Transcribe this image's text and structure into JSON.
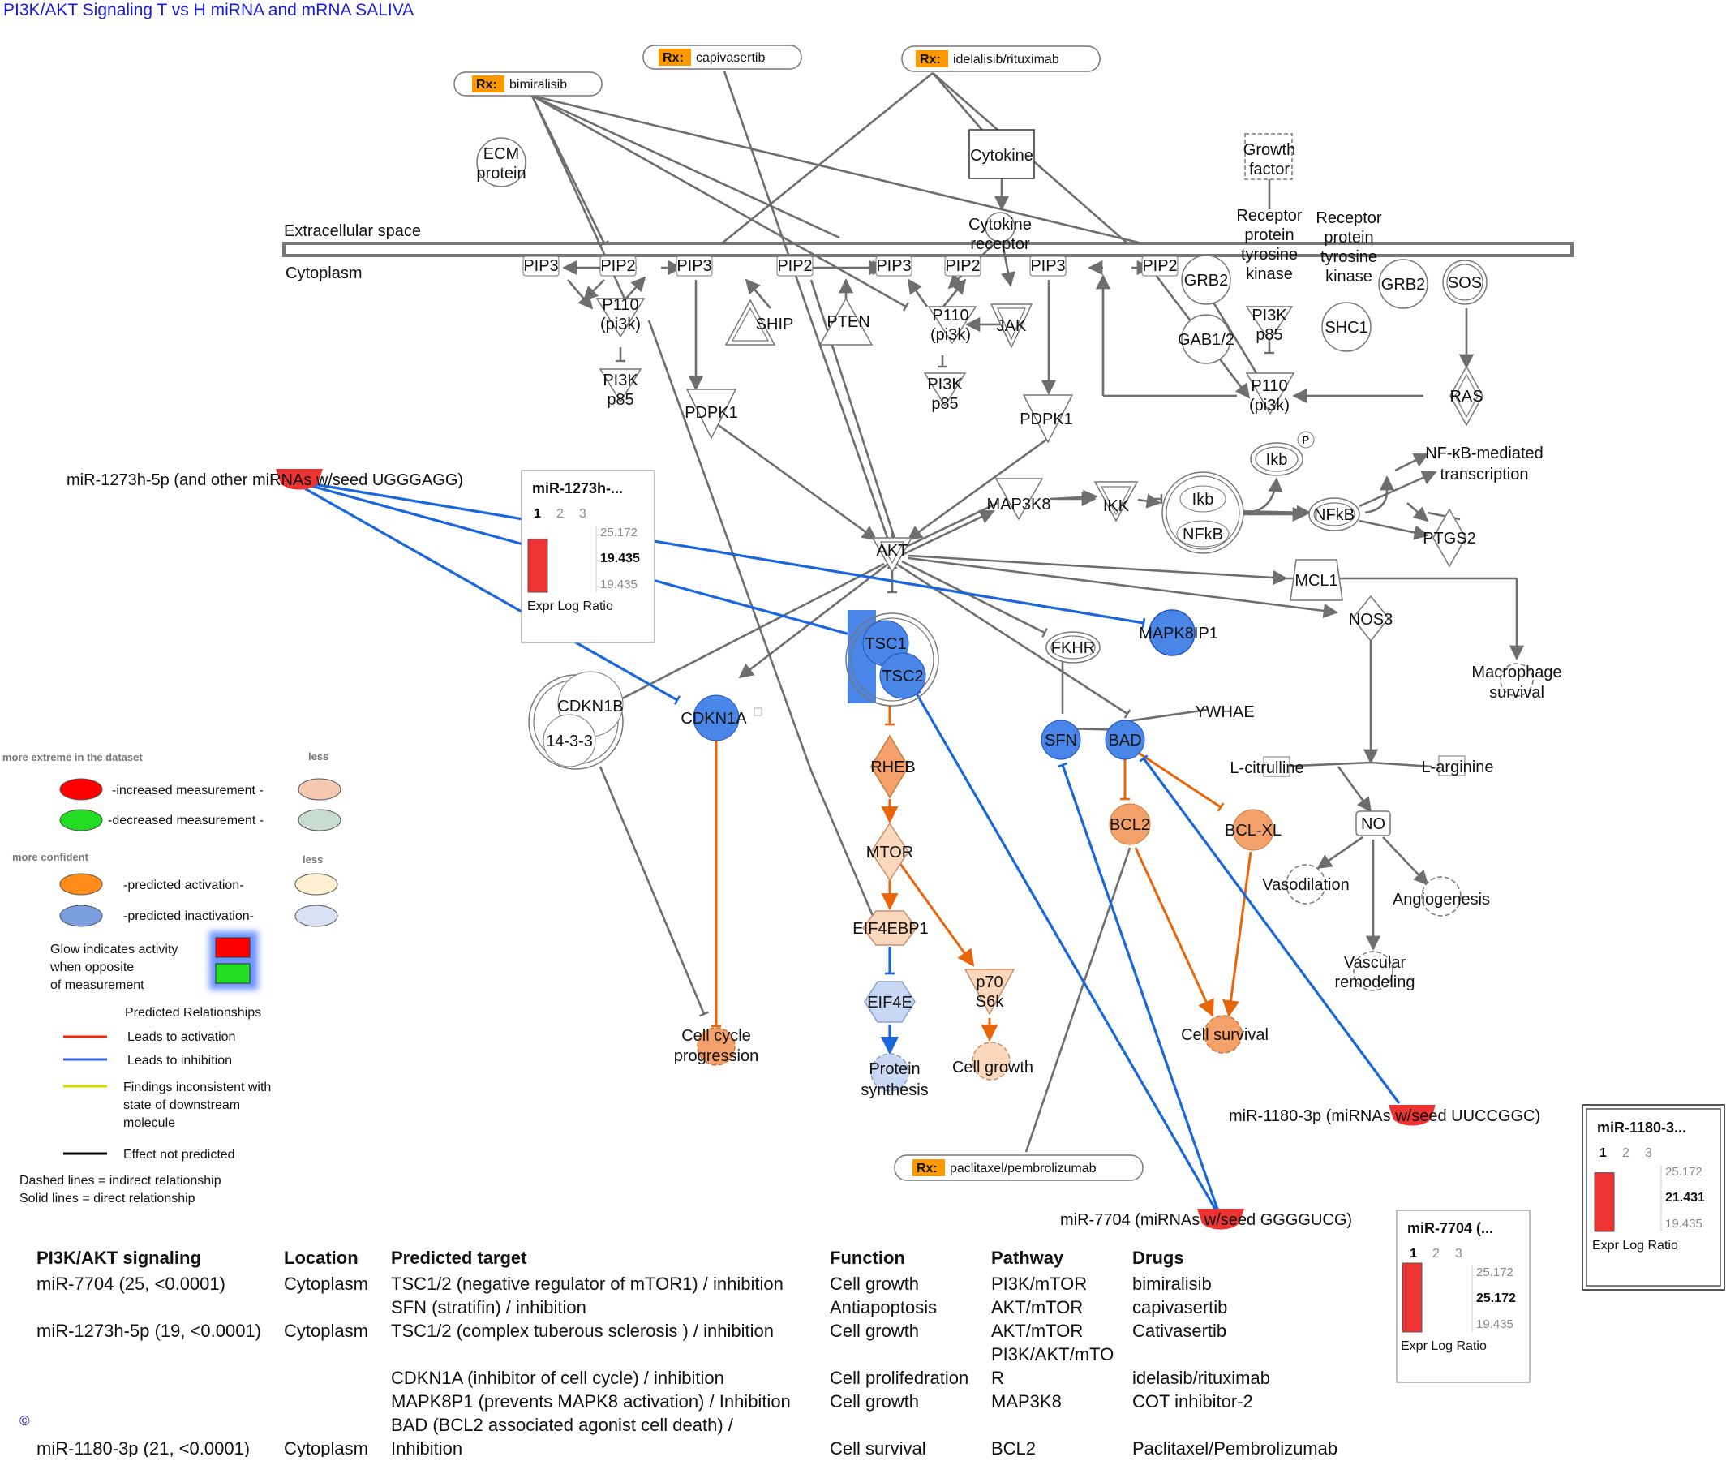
{
  "title": "PI3K/AKT Signaling T vs H miRNA and mRNA SALIVA",
  "copyright": "©",
  "compartments": {
    "extracellular": "Extracellular space",
    "cytoplasm": "Cytoplasm"
  },
  "drugs": {
    "bimiralisib": {
      "tag": "Rx:",
      "label": "bimiralisib"
    },
    "capivasertib": {
      "tag": "Rx:",
      "label": "capivasertib"
    },
    "idelalisib": {
      "tag": "Rx:",
      "label": "idelalisib/rituximab"
    },
    "paclitaxel": {
      "tag": "Rx:",
      "label": "paclitaxel/pembrolizumab"
    }
  },
  "nodes": {
    "ecm": [
      "ECM",
      "protein"
    ],
    "cytokine": "Cytokine",
    "growth_factor": [
      "Growth",
      "factor"
    ],
    "cytokine_receptor": [
      "Cytokine",
      "receptor"
    ],
    "rtk1": [
      "Receptor",
      "protein",
      "tyrosine",
      "kinase"
    ],
    "rtk2": [
      "Receptor",
      "protein",
      "tyrosine",
      "kinase"
    ],
    "pip3": "PIP3",
    "pip2": "PIP2",
    "p110": [
      "P110",
      "(pi3k)"
    ],
    "pi3k_p85": [
      "PI3K",
      "p85"
    ],
    "ship": "SHIP",
    "pten": "PTEN",
    "jak": "JAK",
    "grb2": "GRB2",
    "gab12": "GAB1/2",
    "shc1": "SHC1",
    "sos": "SOS",
    "ras": "RAS",
    "pdpk1": "PDPK1",
    "akt": "AKT",
    "map3k8": "MAP3K8",
    "ikk": "IKK",
    "ikb": "Ikb",
    "p": "P",
    "nfkb": "NFkB",
    "nfkb_trans": [
      "NF-κB-mediated",
      "transcription"
    ],
    "ptgs2": "PTGS2",
    "mcl1": "MCL1",
    "nos3": "NOS3",
    "macrophage": [
      "Macrophage",
      "survival"
    ],
    "mapk8ip1": "MAPK8IP1",
    "fkhr": "FKHR",
    "tsc1": "TSC1",
    "tsc2": "TSC2",
    "cdkn1b": "CDKN1B",
    "y1433": "14-3-3",
    "cdkn1a": "CDKN1A",
    "sfn": "SFN",
    "bad": "BAD",
    "ywhae": "YWHAE",
    "rheb": "RHEB",
    "mtor": "MTOR",
    "eif4ebp1": "EIF4EBP1",
    "eif4e": "EIF4E",
    "p70": [
      "p70",
      "S6k"
    ],
    "bcl2": "BCL2",
    "bclxl": "BCL-XL",
    "lcit": "L-citrulline",
    "larg": "L-arginine",
    "no": "NO",
    "vaso": "Vasodilation",
    "angio": "Angiogenesis",
    "vascular": [
      "Vascular",
      "remodeling"
    ],
    "cellcycle": [
      "Cell cycle",
      "progression"
    ],
    "protsyn": [
      "Protein",
      "synthesis"
    ],
    "cellgrowth": "Cell growth",
    "cellsurv": "Cell survival"
  },
  "mirnas": {
    "m1273": "miR-1273h-5p (and other miRNAs w/seed UGGGAGG)",
    "m1180": "miR-1180-3p (miRNAs w/seed UUCCGGC)",
    "m7704": "miR-7704 (miRNAs w/seed GGGGUCG)"
  },
  "popups": {
    "p1273": {
      "title": "miR-1273h-...",
      "tabs": [
        "1",
        "2",
        "3"
      ],
      "max": "25.172",
      "value": "19.435",
      "min": "19.435",
      "value_num": 19.435,
      "max_num": 25.172,
      "label": "Expr Log Ratio"
    },
    "p1180": {
      "title": "miR-1180-3...",
      "tabs": [
        "1",
        "2",
        "3"
      ],
      "max": "25.172",
      "value": "21.431",
      "min": "19.435",
      "value_num": 21.431,
      "max_num": 25.172,
      "label": "Expr Log Ratio"
    },
    "p7704": {
      "title": "miR-7704 (...",
      "tabs": [
        "1",
        "2",
        "3"
      ],
      "max": "25.172",
      "value": "25.172",
      "min": "19.435",
      "value_num": 25.172,
      "max_num": 25.172,
      "label": "Expr Log Ratio"
    }
  },
  "legend": {
    "extreme": "more extreme in the dataset",
    "less1": "less",
    "increased": "-increased measurement -",
    "decreased": "-decreased measurement -",
    "confident": "more confident",
    "less2": "less",
    "activation": "-predicted activation-",
    "inactivation": "-predicted inactivation-",
    "glow": [
      "Glow indicates activity",
      "when opposite",
      "of measurement"
    ],
    "predicted_rel": "Predicted Relationships",
    "leads_act": "Leads to activation",
    "leads_inh": "Leads to inhibition",
    "findings": [
      "Findings inconsistent with",
      "state of downstream",
      "molecule"
    ],
    "effect_np": "Effect not predicted",
    "dashed": "Dashed lines = indirect relationship",
    "solid": "Solid lines = direct relationship",
    "colors": {
      "increased": "#ff0000",
      "increased_less": "#f5c8b2",
      "decreased": "#22dd22",
      "decreased_less": "#c8ddd0",
      "activation": "#ff8c1a",
      "activation_less": "#fdefd0",
      "inactivation": "#7b9ee0",
      "inactivation_less": "#d8e2f4",
      "leads_act": "#ff2200",
      "leads_inh": "#3366dd",
      "findings": "#d8d800",
      "effect_np": "#000000"
    }
  },
  "table": {
    "headers": [
      "PI3K/AKT signaling",
      "Location",
      "Predicted target",
      "Function",
      "Pathway",
      "Drugs"
    ],
    "rows": [
      [
        "miR-7704 (25, <0.0001)",
        "Cytoplasm",
        "TSC1/2 (negative regulator of mTOR1) / inhibition",
        "Cell growth",
        "PI3K/mTOR",
        "bimiralisib"
      ],
      [
        "",
        "",
        "SFN (stratifin) / inhibition",
        "Antiapoptosis",
        "AKT/mTOR",
        "capivasertib"
      ],
      [
        "miR-1273h-5p (19, <0.0001)",
        "Cytoplasm",
        "TSC1/2 (complex tuberous sclerosis ) / inhibition",
        "Cell growth",
        "AKT/mTOR",
        "Cativasertib"
      ],
      [
        "",
        "",
        "",
        "",
        "PI3K/AKT/mTO",
        ""
      ],
      [
        "",
        "",
        "CDKN1A (inhibitor of cell cycle) / inhibition",
        "Cell prolifedration",
        "R",
        "idelasib/rituximab"
      ],
      [
        "",
        "",
        "MAPK8P1 (prevents MAPK8 activation) / Inhibition",
        "Cell growth",
        "MAP3K8",
        "COT inhibitor-2"
      ],
      [
        "",
        "",
        "BAD (BCL2 associated agonist cell death) /",
        "",
        "",
        ""
      ],
      [
        "miR-1180-3p (21, <0.0001)",
        "Cytoplasm",
        "Inhibition",
        "Cell survival",
        "BCL2",
        "Paclitaxel/Pembrolizumab"
      ]
    ]
  },
  "colors": {
    "grey_edge": "#6e6e6e",
    "blue_edge": "#1a66dd",
    "orange_edge": "#e8650a",
    "blue_node": "#4a86e8",
    "orange_node": "#f4a06a",
    "light_orange": "#fbd8bc",
    "light_blue": "#c8d8f4",
    "mirna_red": "#ee3333",
    "drug_tag": "#ff9900"
  }
}
